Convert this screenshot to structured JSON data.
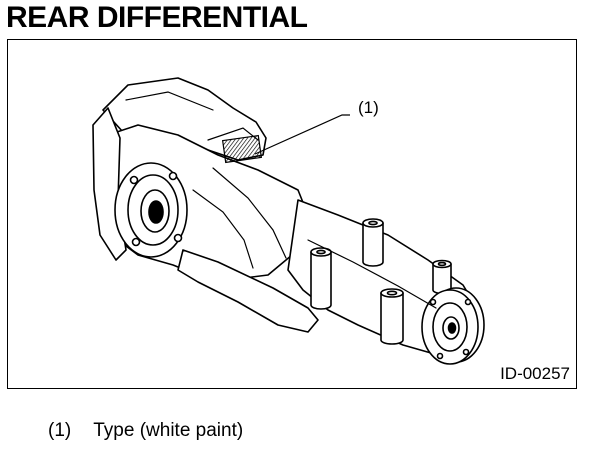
{
  "page": {
    "title": "REAR DIFFERENTIAL"
  },
  "figure": {
    "callout_tag": "(1)",
    "figure_id": "ID-00257"
  },
  "legend": {
    "items": [
      {
        "number": "(1)",
        "text": "Type (white paint)"
      }
    ]
  },
  "colors": {
    "ink": "#000000",
    "background": "#ffffff"
  }
}
